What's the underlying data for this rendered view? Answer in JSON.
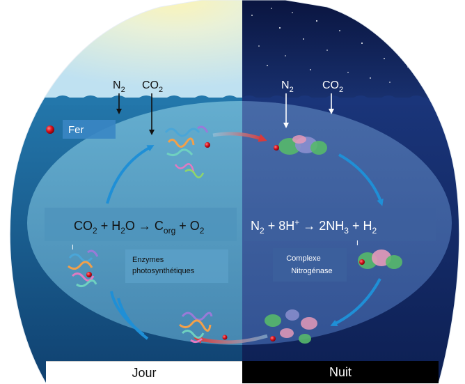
{
  "colors": {
    "day_sky_top": "#c9e6f2",
    "day_sun": "#f7efb0",
    "night_sky": "#0c1a4a",
    "ocean_day": "#1f6e9f",
    "ocean_night": "#17306d",
    "ellipse_day": "#5aa7c7",
    "ellipse_night": "#3f62a0",
    "arrow_blue": "#1f8fd6",
    "arrow_red": "#d93a3a",
    "iron_red": "#d8121e"
  },
  "inputs": {
    "day_n2": "N",
    "day_n2_sub": "2",
    "day_co2": "CO",
    "day_co2_sub": "2",
    "night_n2": "N",
    "night_n2_sub": "2",
    "night_co2": "CO",
    "night_co2_sub": "2"
  },
  "legend": {
    "iron_label": "Fer",
    "iron_icon": "red-sphere-icon"
  },
  "equations": {
    "day": [
      "CO",
      "2",
      " + H",
      "2",
      "O → C",
      "org",
      " + O",
      "2"
    ],
    "night": [
      "N",
      "2",
      " + 8H",
      "+",
      " → 2NH",
      "3",
      " + H",
      "2"
    ]
  },
  "labels": {
    "enzymes_line1": "Enzymes",
    "enzymes_line2": "photosynthétiques",
    "complex_line1": "Complexe",
    "complex_line2": "Nitrogénase",
    "marker_i": "I"
  },
  "footer": {
    "day": "Jour",
    "night": "Nuit"
  }
}
